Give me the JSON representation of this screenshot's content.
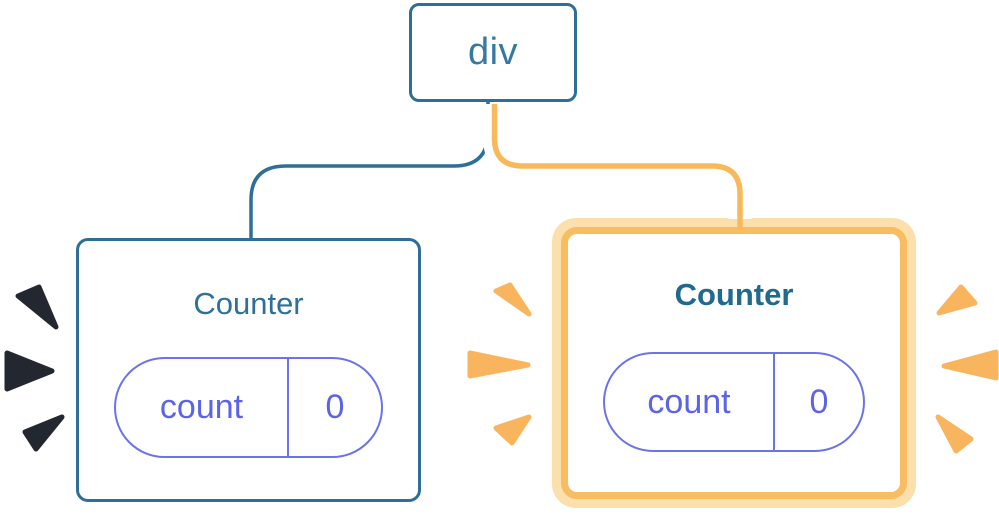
{
  "diagram": {
    "root": {
      "label": "div"
    },
    "children": {
      "left": {
        "title": "Counter",
        "state_key": "count",
        "state_value": "0",
        "highlighted": false
      },
      "right": {
        "title": "Counter",
        "state_key": "count",
        "state_value": "0",
        "highlighted": true
      }
    },
    "colors": {
      "node_border_blue": "#2E6E97",
      "div_label_blue": "#3579A3",
      "counter_title_blue": "#2F6F9A",
      "counter_title_blue_bold": "#1F6A8E",
      "state_text_purple": "#5C64E6",
      "state_border_purple": "#6B73E9",
      "highlight_border_orange": "#F8BC61",
      "highlight_border_orange_light": "#FBDFAC",
      "connector_blue": "#2E6E97",
      "connector_orange": "#F7B95B",
      "burst_orange": "#F8B55E",
      "burst_dark": "#23272F"
    }
  }
}
